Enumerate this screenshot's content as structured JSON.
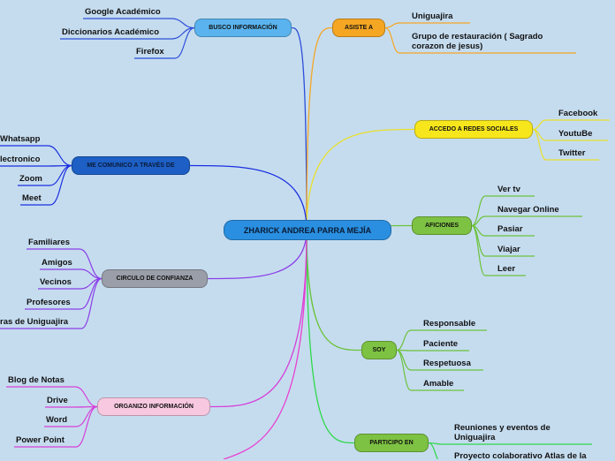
{
  "center": {
    "label": "ZHARICK ANDREA PARRA MEJÍA",
    "color": "#2a8fe0"
  },
  "branches": [
    {
      "key": "busco",
      "label": "BUSCO INFORMACIÓN",
      "color": "#5ab3ee",
      "line": "#2d4fd8",
      "leaves": [
        "Google Académico",
        "Diccionarios Académico",
        "Firefox"
      ]
    },
    {
      "key": "asiste",
      "label": "ASISTE A",
      "color": "#f5a623",
      "line": "#f5a623",
      "leaves": [
        "Uniguajira",
        "Grupo de restauración ( Sagrado corazon de jesus)"
      ]
    },
    {
      "key": "redes",
      "label": "ACCEDO A REDES SOCIALES",
      "color": "#f7e61c",
      "line": "#e8e02a",
      "leaves": [
        "Facebook",
        "YoutuBe",
        "Twitter"
      ]
    },
    {
      "key": "comunico",
      "label": "ME COMUNICO A TRAVÉS DE",
      "color": "#1d5fc4",
      "line": "#1a2fe0",
      "leaves": [
        "Whatsapp",
        "lectronico",
        "Zoom",
        "Meet"
      ]
    },
    {
      "key": "aficiones",
      "label": "AFICIONES",
      "color": "#7dc242",
      "line": "#6cc23a",
      "leaves": [
        "Ver tv",
        "Navegar Online",
        "Pasiar",
        "Viajar",
        "Leer"
      ]
    },
    {
      "key": "circulo",
      "label": "CIRCULO DE CONFIANZA",
      "color": "#9a9ea8",
      "line": "#8b3fe8",
      "leaves": [
        "Familiares",
        "Amigos",
        "Vecinos",
        "Profesores",
        "ras de Uniguajira"
      ]
    },
    {
      "key": "soy",
      "label": "SOY",
      "color": "#7dc242",
      "line": "#6cc23a",
      "leaves": [
        "Responsable",
        "Paciente",
        "Respetuosa",
        "Amable"
      ]
    },
    {
      "key": "organizo",
      "label": "ORGANIZO INFORMACIÓN",
      "color": "#f8c8e0",
      "line": "#d63fd8",
      "leaves": [
        "Blog de Notas",
        "Drive",
        "Word",
        "Power Point"
      ]
    },
    {
      "key": "participo",
      "label": "PARTICIPO EN",
      "color": "#7dc242",
      "line": "#2fd84a",
      "leaves": [
        "Reuniones y eventos de Uniguajira",
        "Proyecto colaborativo Atlas de la"
      ]
    }
  ]
}
